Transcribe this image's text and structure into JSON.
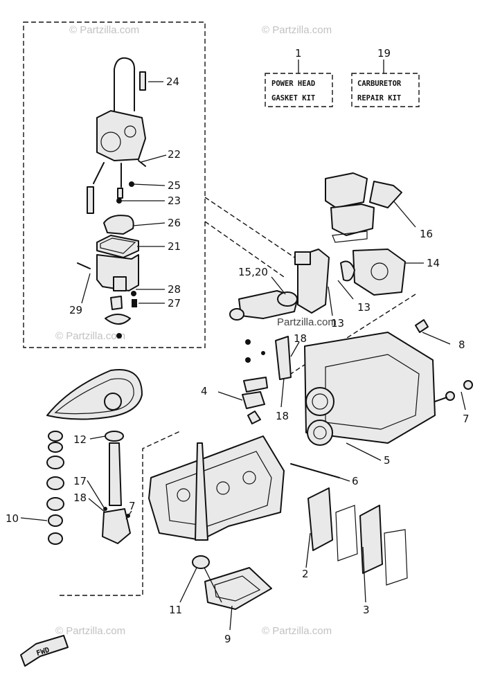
{
  "watermark": {
    "text": "© Partzilla.com",
    "center_text": "Partzilla.com"
  },
  "kits": [
    {
      "id": "1",
      "lines": [
        "POWER HEAD",
        "GASKET KIT"
      ]
    },
    {
      "id": "19",
      "lines": [
        "CARBURETOR",
        "REPAIR KIT"
      ]
    }
  ],
  "callouts": [
    "24",
    "22",
    "25",
    "23",
    "26",
    "21",
    "28",
    "27",
    "29",
    "16",
    "14",
    "15,20",
    "13",
    "13",
    "8",
    "4",
    "18",
    "18",
    "7",
    "5",
    "6",
    "12",
    "17",
    "18",
    "7",
    "10",
    "2",
    "3",
    "11",
    "9"
  ],
  "fwd_label": "FWD"
}
